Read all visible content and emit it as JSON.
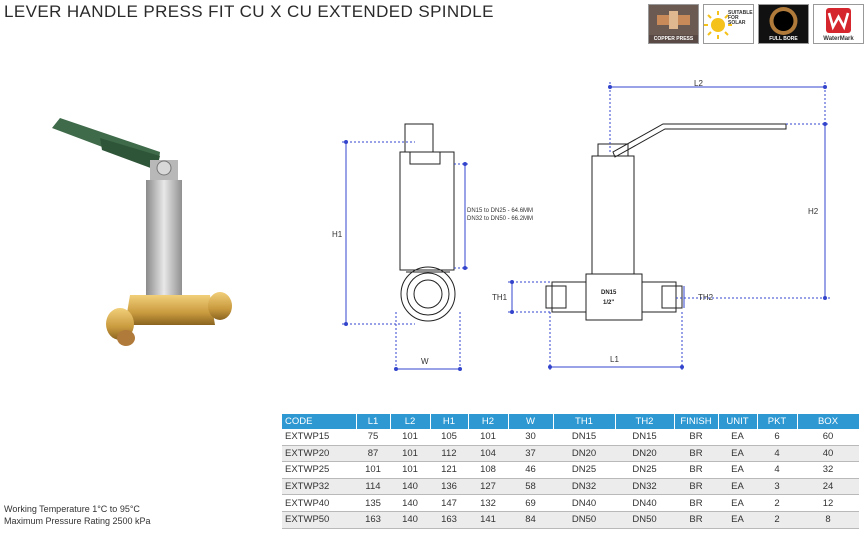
{
  "title": "LEVER HANDLE PRESS FIT CU X CU EXTENDED SPINDLE",
  "badges": [
    {
      "icon": "copper-press-icon",
      "label": "COPPER PRESS"
    },
    {
      "icon": "solar-icon",
      "label": "SUITABLE FOR SOLAR"
    },
    {
      "icon": "full-bore-icon",
      "label": "FULL BORE"
    },
    {
      "icon": "watermark-icon",
      "label": "WaterMark"
    }
  ],
  "drawing": {
    "h1": "H1",
    "w": "W",
    "note1": "DN15 to DN25  - 64.6MM",
    "note2": "DN32 to DN50  - 66.2MM",
    "l2": "L2",
    "h2": "H2",
    "th1": "TH1",
    "th2": "TH2",
    "l1": "L1",
    "body_mark1": "DN15",
    "body_mark2": "1/2\""
  },
  "notes": {
    "working_temp": "Working Temperature  1°C to 95°C",
    "max_pressure": "Maximum Pressure Rating  2500 kPa"
  },
  "table": {
    "headers": [
      "CODE",
      "L1",
      "L2",
      "H1",
      "H2",
      "W",
      "TH1",
      "TH2",
      "FINISH",
      "UNIT",
      "PKT",
      "BOX"
    ],
    "rows": [
      [
        "EXTWP15",
        "75",
        "101",
        "105",
        "101",
        "30",
        "DN15",
        "DN15",
        "BR",
        "EA",
        "6",
        "60"
      ],
      [
        "EXTWP20",
        "87",
        "101",
        "112",
        "104",
        "37",
        "DN20",
        "DN20",
        "BR",
        "EA",
        "4",
        "40"
      ],
      [
        "EXTWP25",
        "101",
        "101",
        "121",
        "108",
        "46",
        "DN25",
        "DN25",
        "BR",
        "EA",
        "4",
        "32"
      ],
      [
        "EXTWP32",
        "114",
        "140",
        "136",
        "127",
        "58",
        "DN32",
        "DN32",
        "BR",
        "EA",
        "3",
        "24"
      ],
      [
        "EXTWP40",
        "135",
        "140",
        "147",
        "132",
        "69",
        "DN40",
        "DN40",
        "BR",
        "EA",
        "2",
        "12"
      ],
      [
        "EXTWP50",
        "163",
        "140",
        "163",
        "141",
        "84",
        "DN50",
        "DN50",
        "BR",
        "EA",
        "2",
        "8"
      ]
    ]
  },
  "colors": {
    "header_bg": "#2e98d2",
    "dim_line": "#3344cc",
    "handle_green": "#3f6b4a",
    "brass": "#c9a04a"
  }
}
